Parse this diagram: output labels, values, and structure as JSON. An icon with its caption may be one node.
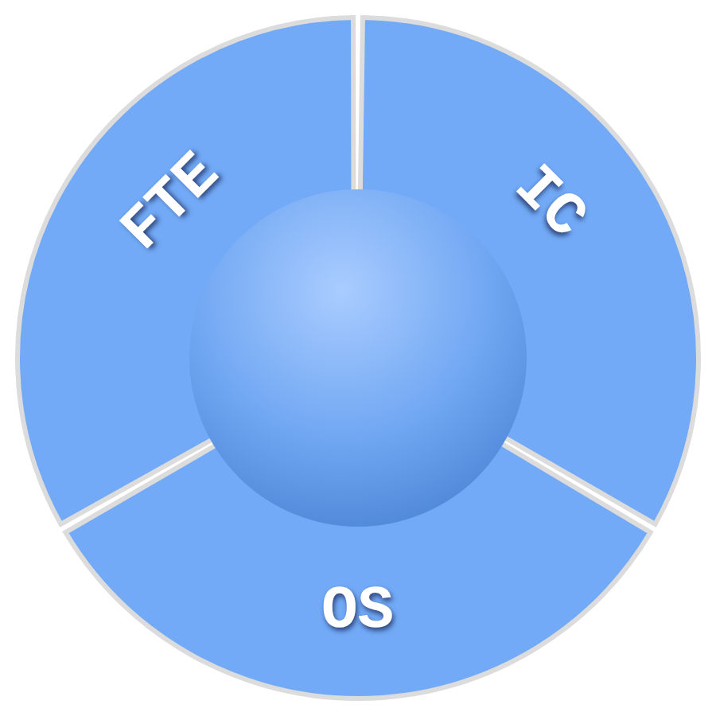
{
  "diagram": {
    "nodes": [
      {
        "text": [
          "FTE"
        ]
      },
      {
        "text": [
          "IC"
        ]
      },
      {
        "text": [
          "OS"
        ]
      },
      {
        "text": [],
        "shape": "circle"
      }
    ]
  }
}
